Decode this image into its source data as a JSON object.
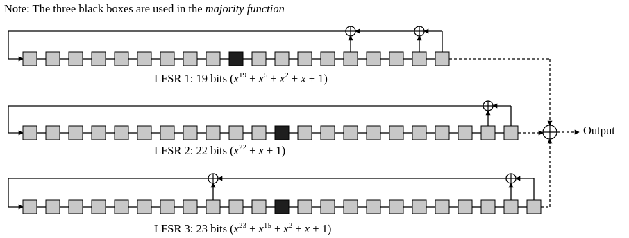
{
  "note": {
    "prefix": "Note: The three black boxes are used in the ",
    "emph": "majority function"
  },
  "output_label": "Output",
  "colors": {
    "cell_fill": "#c8c8c8",
    "majority_fill": "#1e1e1e",
    "line": "#000000"
  },
  "registers": [
    {
      "name": "LFSR 1",
      "bits": 19,
      "majority_cell": 9,
      "taps": [
        14,
        17,
        18
      ],
      "caption": {
        "pre": "LFSR 1: 19 bits (",
        "terms": [
          [
            "x",
            "19"
          ],
          [
            "x",
            "5"
          ],
          [
            "x",
            "2"
          ],
          [
            "x",
            ""
          ]
        ],
        "const": "1",
        "post": ")"
      }
    },
    {
      "name": "LFSR 2",
      "bits": 22,
      "majority_cell": 11,
      "taps": [
        21
      ],
      "caption": {
        "pre": "LFSR 2: 22 bits (",
        "terms": [
          [
            "x",
            "22"
          ],
          [
            "x",
            ""
          ]
        ],
        "const": "1",
        "post": ")"
      }
    },
    {
      "name": "LFSR 3",
      "bits": 23,
      "majority_cell": 11,
      "taps": [
        8,
        21,
        22
      ],
      "caption": {
        "pre": "LFSR 3: 23 bits (",
        "terms": [
          [
            "x",
            "23"
          ],
          [
            "x",
            "15"
          ],
          [
            "x",
            "2"
          ],
          [
            "x",
            ""
          ]
        ],
        "const": "1",
        "post": ")"
      }
    }
  ]
}
